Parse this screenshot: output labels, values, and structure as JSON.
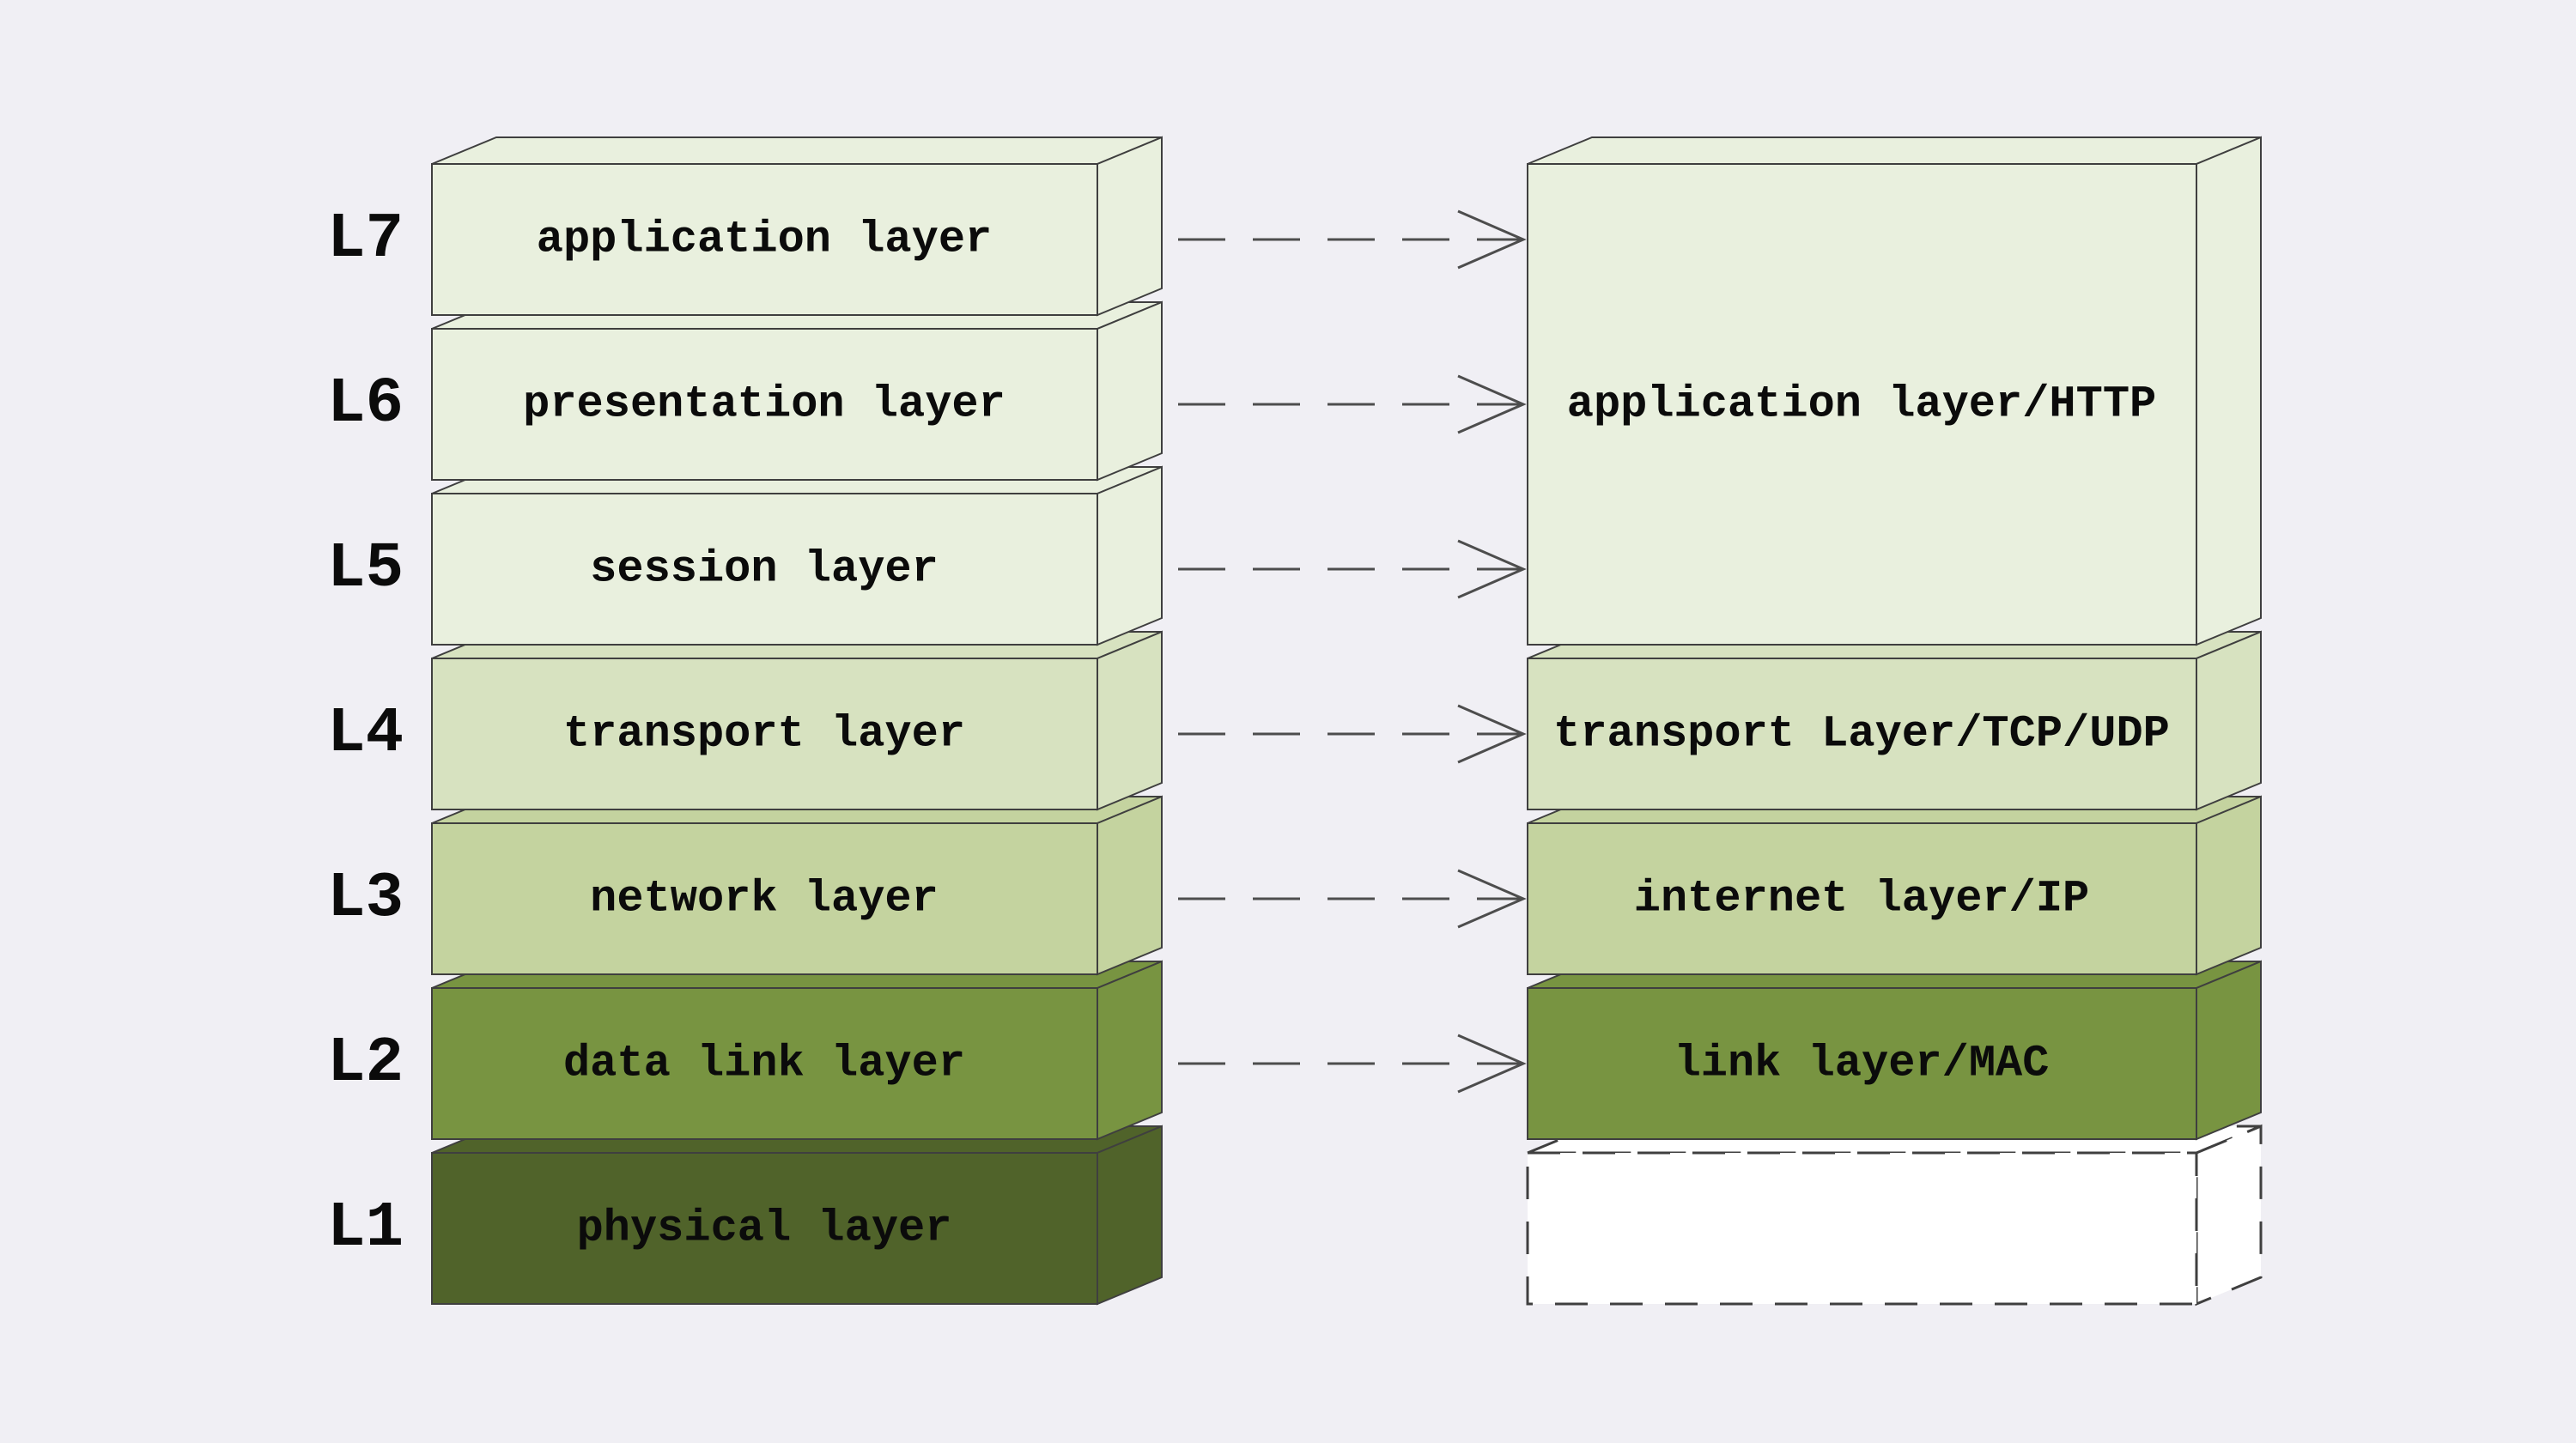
{
  "diagram": {
    "background": "#f0eff4",
    "box_stroke": "#3f3f3f",
    "arrow_color": "#4d4d4d",
    "osi_layers": [
      {
        "tag": "L7",
        "label": "application layer",
        "color": "#e9f0de"
      },
      {
        "tag": "L6",
        "label": "presentation layer",
        "color": "#e9f0de"
      },
      {
        "tag": "L5",
        "label": "session layer",
        "color": "#e9f0de"
      },
      {
        "tag": "L4",
        "label": "transport layer",
        "color": "#d7e2c0"
      },
      {
        "tag": "L3",
        "label": "network layer",
        "color": "#c4d39f"
      },
      {
        "tag": "L2",
        "label": "data link layer",
        "color": "#789441"
      },
      {
        "tag": "L1",
        "label": "physical layer",
        "color": "#50632a"
      }
    ],
    "tcpip_layers": [
      {
        "label": "application layer/HTTP",
        "color": "#e9f0de"
      },
      {
        "label": "transport Layer/TCP/UDP",
        "color": "#d7e2c0"
      },
      {
        "label": "internet layer/IP",
        "color": "#c4d39f"
      },
      {
        "label": "link layer/MAC",
        "color": "#789441"
      },
      {
        "label": "",
        "color": "#ffffff"
      }
    ]
  }
}
